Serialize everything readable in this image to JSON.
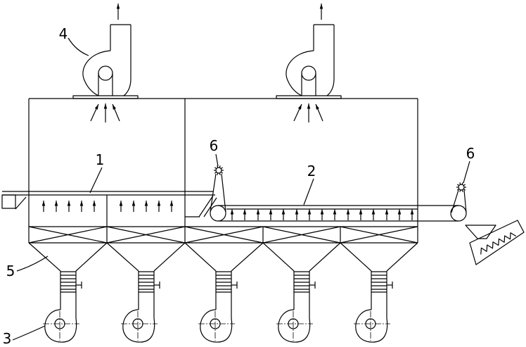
{
  "callouts": {
    "item_1": "1",
    "item_2": "2",
    "item_3": "3",
    "item_4": "4",
    "item_5": "5",
    "item_6_left": "6",
    "item_6_right": "6"
  }
}
